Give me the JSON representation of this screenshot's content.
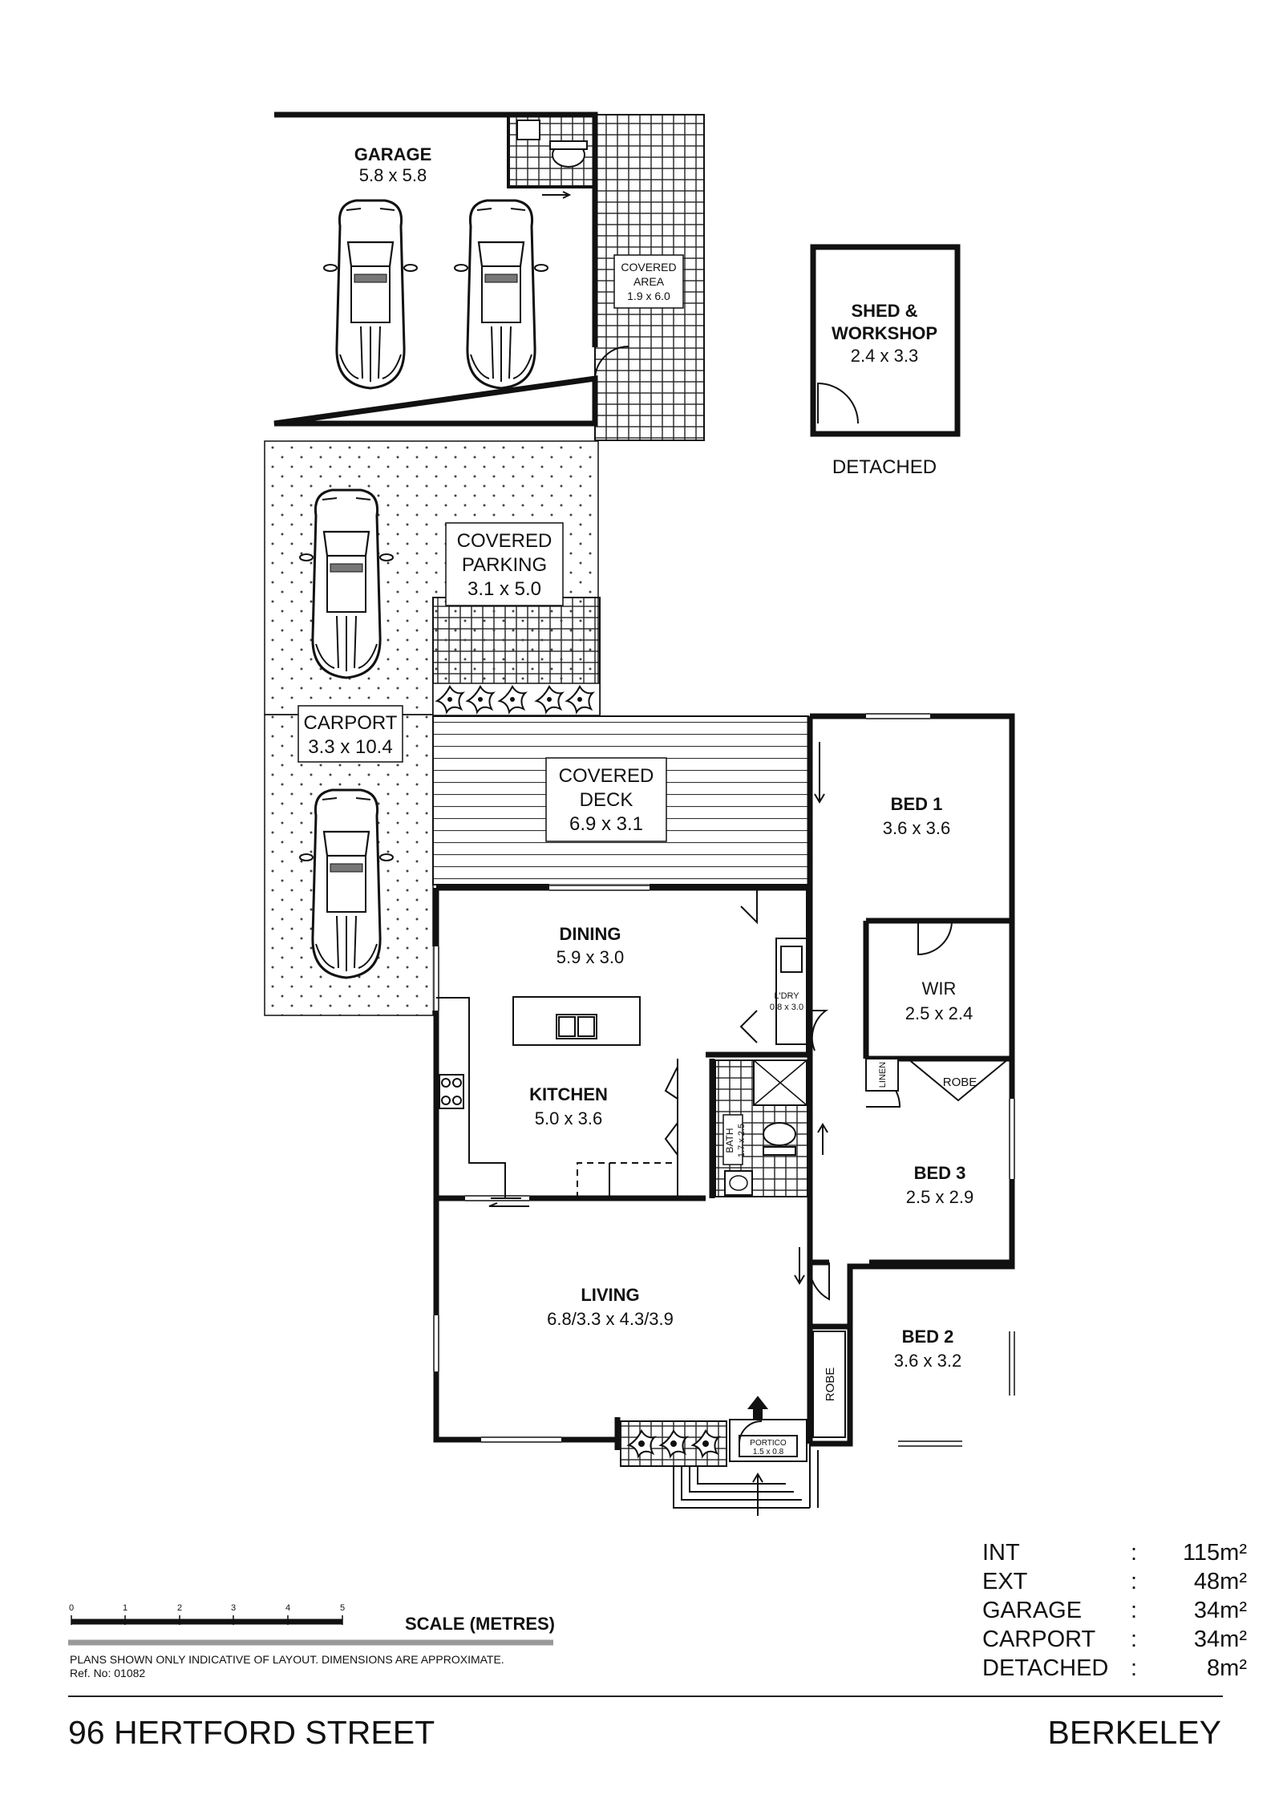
{
  "rooms": {
    "garage": {
      "name": "GARAGE",
      "dims": "5.8 x 5.8"
    },
    "covered_area": {
      "name_line1": "COVERED",
      "name_line2": "AREA",
      "dims": "1.9 x 6.0"
    },
    "shed": {
      "name_line1": "SHED &",
      "name_line2": "WORKSHOP",
      "dims": "2.4 x 3.3",
      "note": "DETACHED"
    },
    "covered_parking": {
      "name_line1": "COVERED",
      "name_line2": "PARKING",
      "dims": "3.1 x 5.0"
    },
    "carport": {
      "name": "CARPORT",
      "dims": "3.3 x 10.4"
    },
    "covered_deck": {
      "name_line1": "COVERED",
      "name_line2": "DECK",
      "dims": "6.9 x 3.1"
    },
    "bed1": {
      "name": "BED 1",
      "dims": "3.6 x 3.6"
    },
    "dining": {
      "name": "DINING",
      "dims": "5.9 x 3.0"
    },
    "laundry": {
      "name": "L'DRY",
      "dims": "0.8 x 3.0"
    },
    "wir": {
      "name": "WIR",
      "dims": "2.5 x 2.4"
    },
    "kitchen": {
      "name": "KITCHEN",
      "dims": "5.0 x 3.6"
    },
    "bath": {
      "name": "BATH",
      "dims": "1.7 x 2.5"
    },
    "linen": {
      "name": "LINEN"
    },
    "robe_bed3": {
      "name": "ROBE"
    },
    "bed3": {
      "name": "BED 3",
      "dims": "2.5 x 2.9"
    },
    "living": {
      "name": "LIVING",
      "dims": "6.8/3.3 x 4.3/3.9"
    },
    "bed2": {
      "name": "BED 2",
      "dims": "3.6 x 3.2"
    },
    "robe_bed2": {
      "name": "ROBE"
    },
    "portico": {
      "name": "PORTICO",
      "dims": "1.5 x 0.8"
    }
  },
  "areas": [
    {
      "name": "INT",
      "value": "115m²"
    },
    {
      "name": "EXT",
      "value": "48m²"
    },
    {
      "name": "GARAGE",
      "value": "34m²"
    },
    {
      "name": "CARPORT",
      "value": "34m²"
    },
    {
      "name": "DETACHED",
      "value": "8m²"
    }
  ],
  "scale": {
    "title": "SCALE (METRES)",
    "ticks": [
      "0",
      "1",
      "2",
      "3",
      "4",
      "5"
    ]
  },
  "disclaimer": "PLANS SHOWN ONLY INDICATIVE OF LAYOUT.  DIMENSIONS ARE APPROXIMATE.",
  "ref_no": "Ref. No: 01082",
  "address": "96 HERTFORD STREET",
  "suburb": "BERKELEY"
}
